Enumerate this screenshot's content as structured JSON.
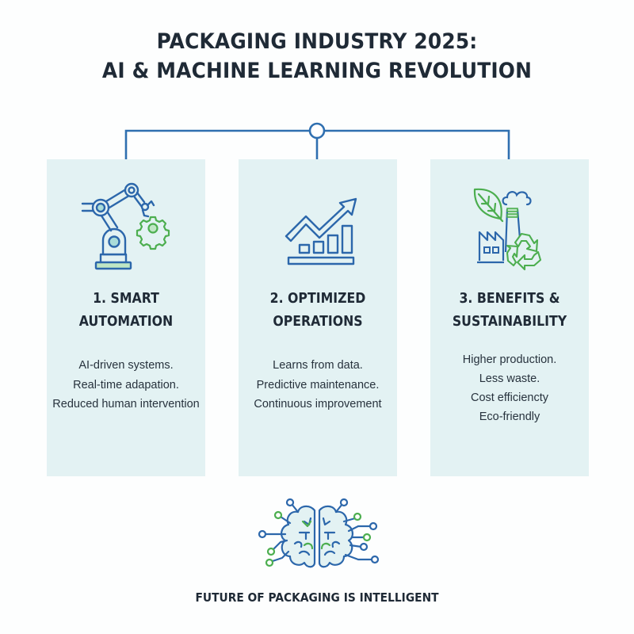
{
  "title": {
    "line1": "PACKAGING INDUSTRY 2025:",
    "line2": "AI & MACHINE LEARNING REVOLUTION"
  },
  "colors": {
    "title_text": "#1f2a36",
    "connector": "#2f6fb0",
    "panel_bg": "#e3f2f3",
    "icon_blue": "#2c67ab",
    "icon_green": "#4cae4f",
    "icon_fill_teal": "#a9dcd9",
    "icon_fill_green": "#bfe6c4"
  },
  "panels": [
    {
      "icon": "robotic-arm-gear-icon",
      "heading_line1": "1. SMART",
      "heading_line2": "AUTOMATION",
      "bullets": [
        "AI-driven systems.",
        "Real-time adapation.",
        "Reduced human intervention"
      ]
    },
    {
      "icon": "growth-chart-arrow-icon",
      "heading_line1": "2. OPTIMIZED",
      "heading_line2": "OPERATIONS",
      "bullets": [
        "Learns from data.",
        "Predictive maintenance.",
        "Continuous improvement"
      ]
    },
    {
      "icon": "eco-factory-recycle-icon",
      "heading_line1": "3. BENEFITS &",
      "heading_line2": "SUSTAINABILITY",
      "bullets": [
        "Higher production.",
        "Less waste.",
        "Cost efficiencty",
        "Eco-friendly"
      ]
    }
  ],
  "bottom_icon": "ai-brain-circuit-icon",
  "footer": "FUTURE OF PACKAGING IS INTELLIGENT"
}
